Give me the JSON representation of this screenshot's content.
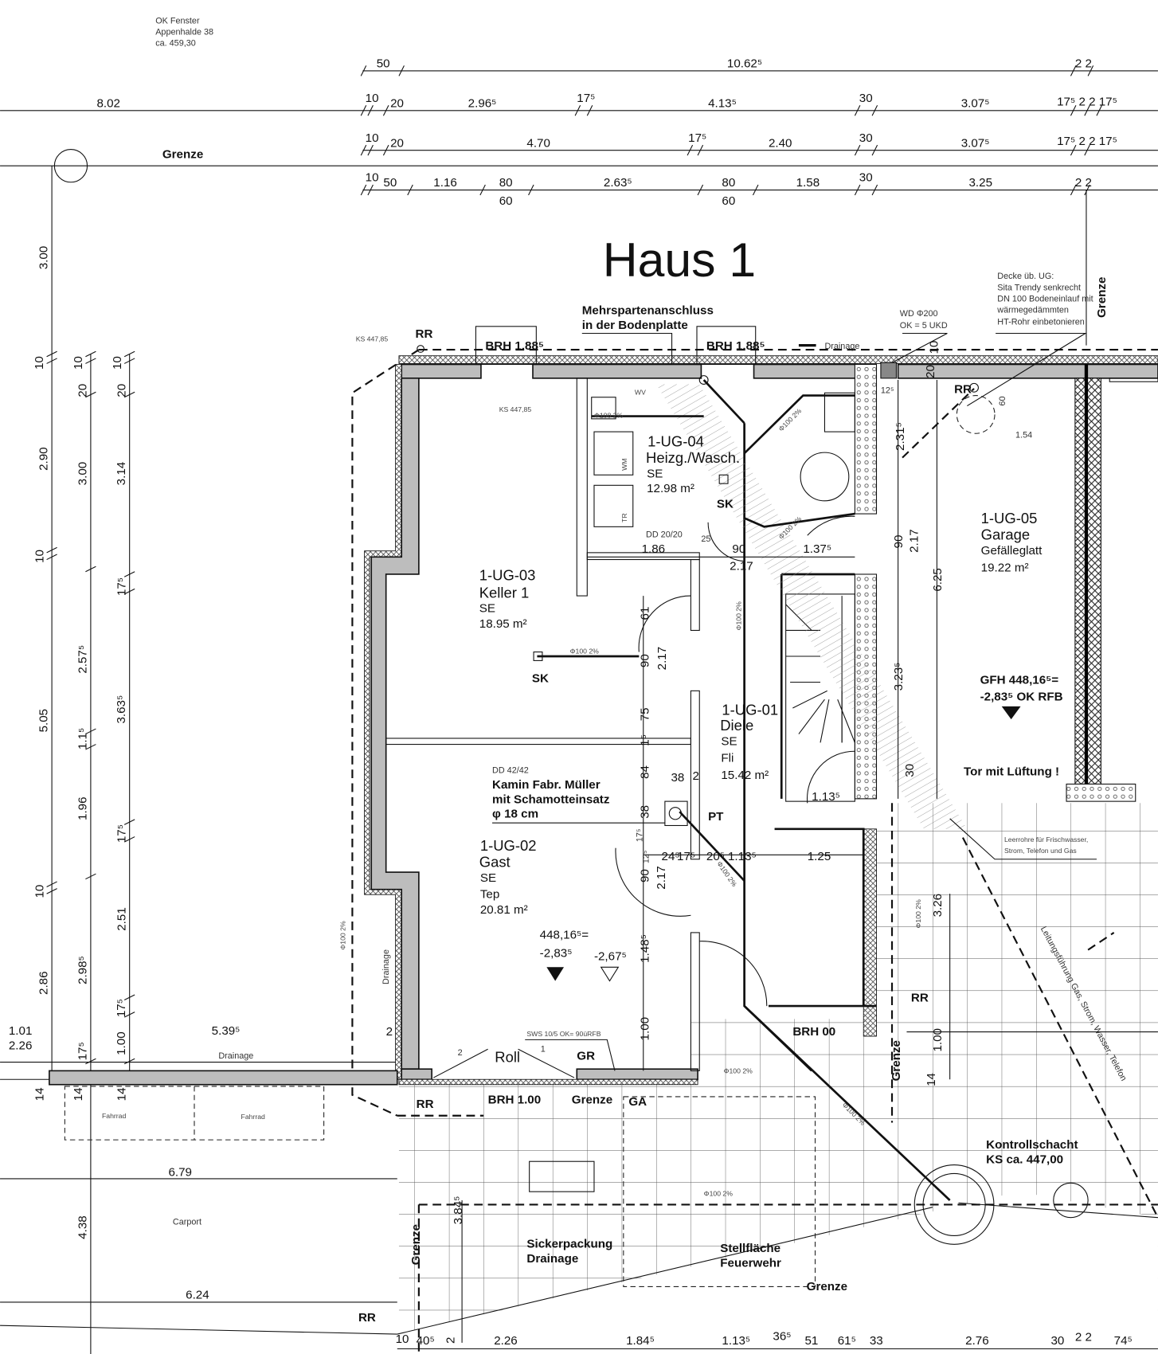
{
  "header_note": [
    "OK Fenster",
    "Appenhalde 38",
    "ca. 459,30"
  ],
  "title": "Haus 1",
  "top_dims": {
    "row1": [
      "50",
      "10.62⁵",
      "2  2"
    ],
    "row2": [
      "8.02",
      "10",
      "20",
      "2.96⁵",
      "17⁵",
      "4.13⁵",
      "30",
      "3.07⁵",
      "17⁵ 2  2  17⁵"
    ],
    "row3": [
      "Grenze",
      "10",
      "20",
      "4.70",
      "17⁵",
      "2.40",
      "30",
      "3.07⁵",
      "17⁵ 2  2  17⁵"
    ],
    "row4": [
      "10",
      "50",
      "1.16",
      "80",
      "60",
      "2.63⁵",
      "80",
      "60",
      "1.58",
      "30",
      "3.25",
      "2  2"
    ]
  },
  "left_dims": {
    "col1": [
      "3.00",
      "10",
      "2.90",
      "10",
      "5.05",
      "10",
      "2.86",
      "1.01",
      "2.26",
      "14"
    ],
    "col2": [
      "10",
      "20",
      "3.00",
      "2.57⁵",
      "1.1⁵",
      "1.96",
      "2.98⁵",
      "17⁵",
      "14",
      "4.38"
    ],
    "col3": [
      "10",
      "20",
      "3.14",
      "17⁵",
      "3.63⁵",
      "17⁵",
      "2.51",
      "17⁵",
      "1.00",
      "14"
    ]
  },
  "rooms": [
    {
      "id": "1-UG-03",
      "name": "Keller 1",
      "floor": "SE",
      "area": "18.95  m²"
    },
    {
      "id": "1-UG-04",
      "name": "Heizg./Wasch.",
      "floor": "SE",
      "area": "12.98  m²"
    },
    {
      "id": "1-UG-02",
      "name": "Gast",
      "floor": "SE",
      "cover": "Tep",
      "area": "20.81  m²"
    },
    {
      "id": "1-UG-01",
      "name": "Diele",
      "floor": "SE",
      "cover": "Fli",
      "area": "15.42  m²"
    },
    {
      "id": "1-UG-05",
      "name": "Garage",
      "floor": "Gefälleglatt",
      "area": "19.22  m²"
    }
  ],
  "annotations": {
    "mehrsparten": [
      "Mehrspartenanschluss",
      "in der Bodenplatte"
    ],
    "brh_window": "BRH  1.88⁵",
    "ks_1": "KS  447,85",
    "rr": "RR",
    "drainage": "Drainage",
    "wd": [
      "WD  Φ200",
      "OK  =  5  UKD"
    ],
    "decke": [
      "Decke  üb.  UG:",
      "Sita  Trendy  senkrecht",
      "DN  100  Bodeneinlauf  mit",
      "wärmegedämmten",
      "HT-Rohr  einbetonieren"
    ],
    "grenze": "Grenze",
    "wv": "WV",
    "wm": "WM",
    "tr": "TR",
    "pipe_108": "Φ108  2%",
    "pipe_100": "Φ100  2%",
    "sk": "SK",
    "dd_20": "DD  20/20",
    "gfh": [
      "GFH  448,16⁵=",
      "-2,83⁵  OK  RFB"
    ],
    "tor": "Tor  mit  Lüftung  !",
    "leerrohre": [
      "Leerrohre  für  Frischwasser,",
      "Strom,  Telefon  und  Gas"
    ],
    "leitung": "Leitungsführung  Gas,  Strom,  Wasser,  Telefon",
    "kontroll": [
      "Kontrollschacht",
      "KS  ca.  447,00"
    ],
    "kamin": [
      "DD  42/42",
      "Kamin  Fabr.  Müller",
      "mit  Schamotteinsatz",
      "φ  18  cm"
    ],
    "pt": "PT",
    "level_1": [
      "448,16⁵=",
      "-2,83⁵"
    ],
    "level_2": "-2,67⁵",
    "sws": "SWS  10/5  OK=  90üRFB",
    "gr": "GR",
    "roll": "Roll",
    "brh_100": "BRH  1.00",
    "ga": "GA",
    "brh_00": "BRH  00",
    "fahrrad": "Fahrrad",
    "carport": "Carport",
    "sicker": [
      "Sickerpackung",
      "Drainage"
    ],
    "stell": [
      "Stellfläche",
      "Feuerwehr"
    ]
  },
  "inner_dims": [
    "1.86",
    "25",
    "90",
    "2.17",
    "1.37⁵",
    "2.31⁵",
    "12⁵",
    "60",
    "1.54",
    "10",
    "20",
    "90",
    "2.17",
    "6.25",
    "3.23⁵",
    "30",
    "61",
    "90",
    "2.17",
    "75",
    "1⁵",
    "84",
    "38",
    "2",
    "38",
    "17⁵",
    "12⁵",
    "90",
    "2.17",
    "24⁵",
    "17⁵",
    "20⁵",
    "1.13⁵",
    "1.25",
    "1.13⁵",
    "1.48⁵",
    "1.00",
    "5.39⁵",
    "2",
    "2",
    "1",
    "3.26",
    "1.00",
    "14",
    "6.79",
    "6.24",
    "3.84⁵",
    "2"
  ],
  "bottom_dims": [
    "10",
    "40⁵",
    "2",
    "2.26",
    "1.84⁵",
    "1.13⁵",
    "36⁵",
    "51",
    "61⁵",
    "33",
    "2.76",
    "30",
    "2  2",
    "74⁵"
  ]
}
